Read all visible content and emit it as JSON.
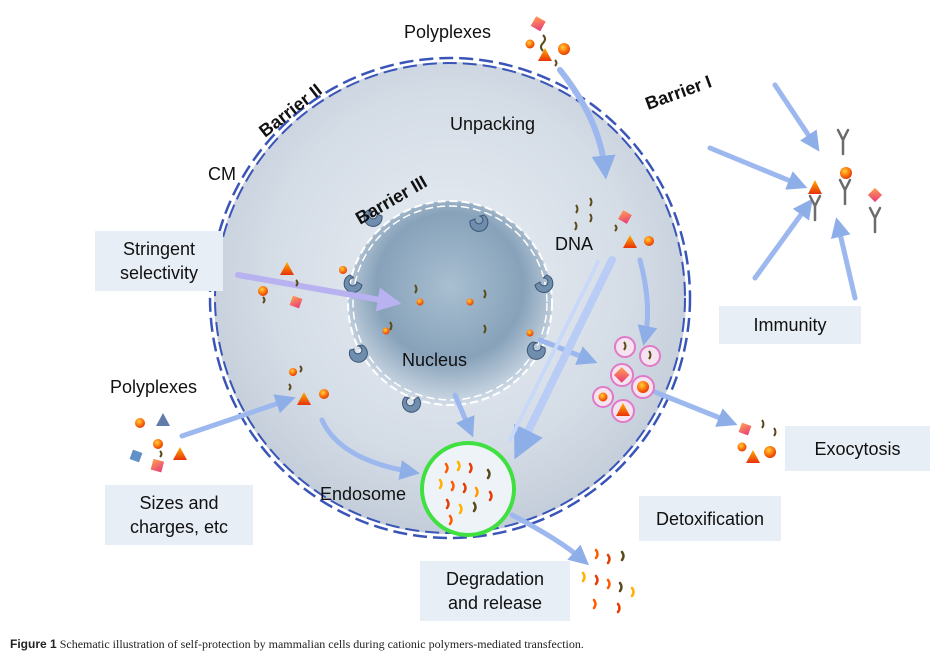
{
  "labels": {
    "polyplexes_top": "Polyplexes",
    "polyplexes_left": "Polyplexes",
    "barrier_1": "Barrier I",
    "barrier_2": "Barrier II",
    "barrier_3": "Barrier III",
    "unpacking": "Unpacking",
    "cm": "CM",
    "dna": "DNA",
    "nucleus": "Nucleus",
    "endosome": "Endosome"
  },
  "boxes": {
    "stringent_line1": "Stringent",
    "stringent_line2": "selectivity",
    "sizes_line1": "Sizes and",
    "sizes_line2": "charges, etc",
    "immunity": "Immunity",
    "exocytosis": "Exocytosis",
    "detoxification": "Detoxification",
    "degradation_line1": "Degradation",
    "degradation_line2": "and release"
  },
  "caption": {
    "figure_label": "Figure 1",
    "text": "Schematic illustration of self-protection by mammalian cells during cationic polymers-mediated transfection."
  },
  "colors": {
    "cell_fill": "#cdd6e1",
    "membrane": "#3a55b8",
    "nucleus_fill": "#7f9ab4",
    "endosome_ring": "#3fe040",
    "vesicle_ring": "#e07ac8",
    "arrow": "#9cb8ee",
    "box_bg": "#e7eef6"
  }
}
